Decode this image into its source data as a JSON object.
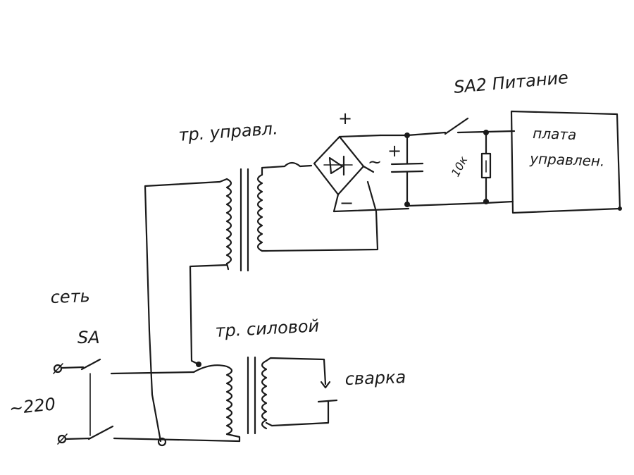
{
  "labels": {
    "control_transformer": "тр. управл.",
    "power_transformer": "тр. силовой",
    "mains": "сеть",
    "mains_switch": "SA",
    "mains_voltage": "~220",
    "welding": "сварка",
    "power_switch": "SA2 Питание",
    "board_line1": "плата",
    "board_line2": "управлен.",
    "resistor_value": "10к",
    "plus_bridge": "+",
    "minus_bridge": "−",
    "plus_cap": "+",
    "ac_mark": "~"
  },
  "colors": {
    "ink": "#1a1a1a",
    "paper": "#ffffff"
  }
}
